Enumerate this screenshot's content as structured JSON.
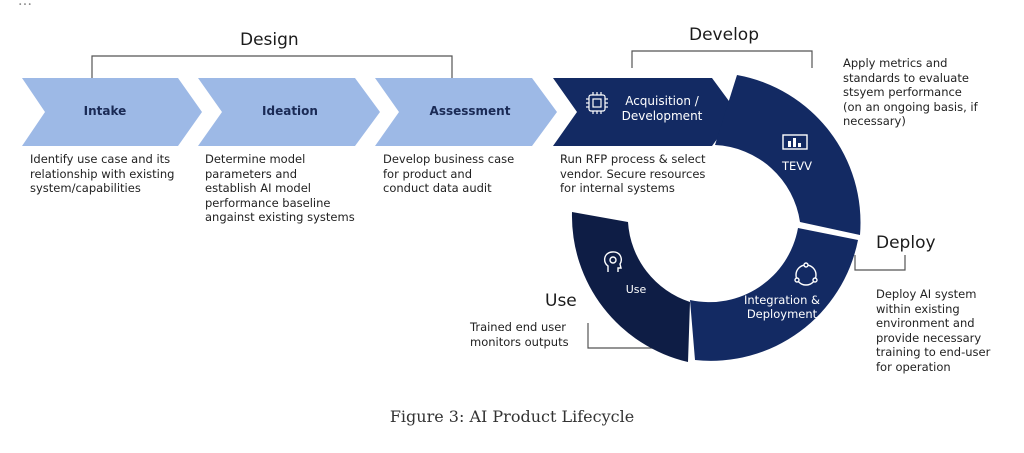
{
  "top_text": "...",
  "phases": {
    "design": "Design",
    "develop": "Develop",
    "deploy": "Deploy",
    "use": "Use"
  },
  "stages": [
    {
      "name": "Intake",
      "description": "Identify use case and its\nrelationship with existing\nsystem/capabilities"
    },
    {
      "name": "Ideation",
      "description": "Determine model\nparameters and\nestablish AI model\nperformance baseline\nangainst existing systems"
    },
    {
      "name": "Assessment",
      "description": "Develop business case\nfor product and\nconduct data audit"
    },
    {
      "name": "Acquisition /\nDevelopment",
      "description": "Run RFP process & select\nvendor. Secure resources\nfor internal systems"
    },
    {
      "name": "TEVV",
      "description": "Apply metrics and\nstandards to evaluate\nstsyem performance\n(on an ongoing basis, if\nnecessary)"
    },
    {
      "name": "Integration &\nDeployment",
      "description": "Deploy AI system\nwithin existing\nenvironment and\nprovide necessary\ntraining to end-user\nfor operation"
    },
    {
      "name": "Use",
      "description": "Trained end user\nmonitors outputs"
    }
  ],
  "caption": "Figure 3: AI Product Lifecycle",
  "colors": {
    "light_arrow": "#9db9e6",
    "dark_navy": "#132a63",
    "darkest_navy": "#0e1d45",
    "bracket": "#555555"
  },
  "icons": [
    "chip-icon",
    "chart-icon",
    "cycle-icon",
    "head-icon"
  ]
}
